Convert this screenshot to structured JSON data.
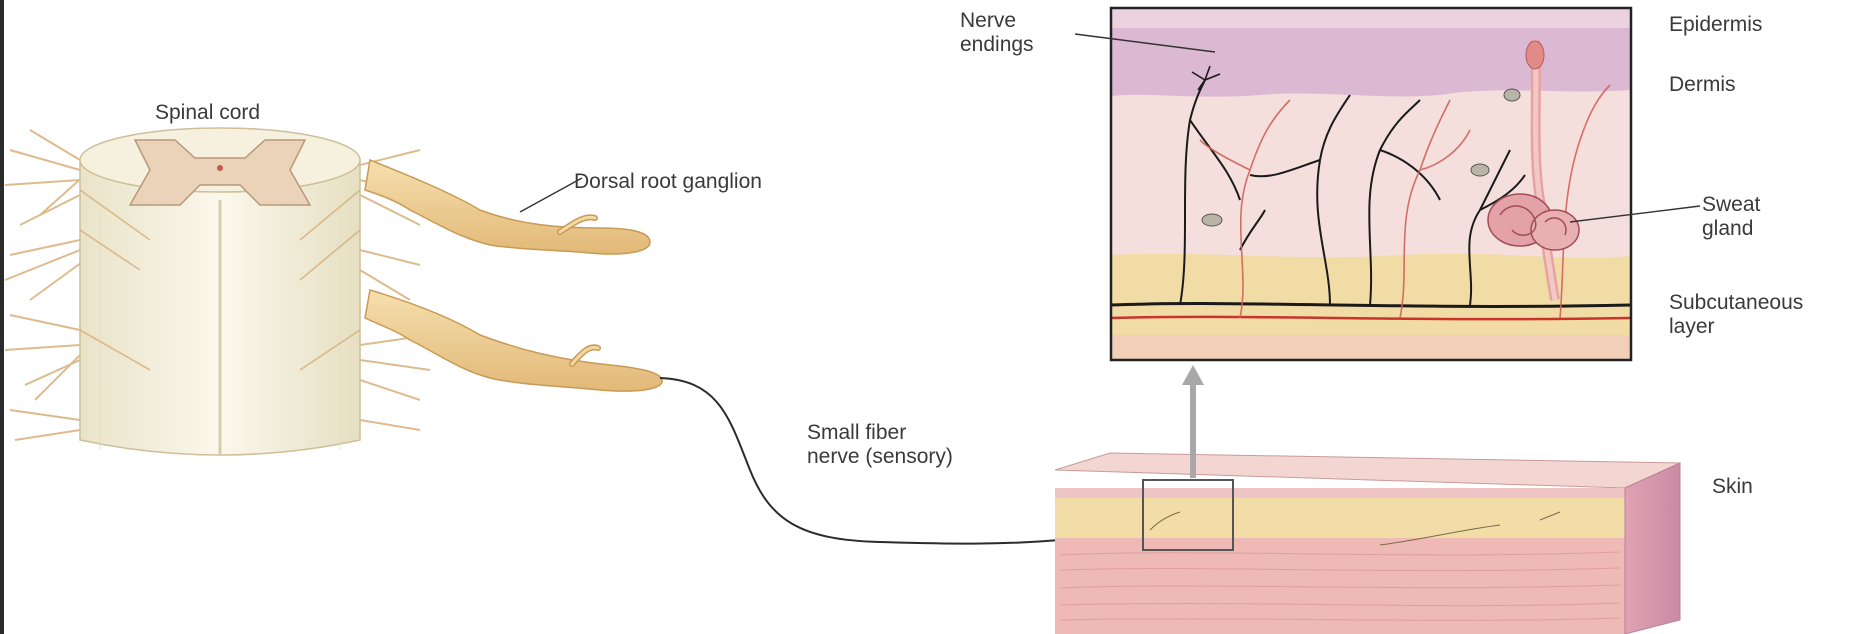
{
  "labels": {
    "spinal_cord": "Spinal cord",
    "dorsal_root_ganglion": "Dorsal root ganglion",
    "small_fiber_nerve_line1": "Small fiber",
    "small_fiber_nerve_line2": "nerve (sensory)",
    "nerve_endings_line1": "Nerve",
    "nerve_endings_line2": "endings",
    "epidermis": "Epidermis",
    "dermis": "Dermis",
    "sweat_gland_line1": "Sweat",
    "sweat_gland_line2": "gland",
    "subcutaneous_line1": "Subcutaneous",
    "subcutaneous_line2": "layer",
    "skin": "Skin"
  },
  "colors": {
    "nerve_tan": "#e9c98f",
    "nerve_outline": "#c89a55",
    "cord_white": "#f3efdc",
    "grey_matter": "#ead3b8",
    "epidermis": "#d9b3cf",
    "dermis": "#f4dfdc",
    "subcutaneous": "#f1dca6",
    "muscle": "#efb9b6",
    "vessel_red": "#c9332b",
    "nerve_black": "#1a1a1a",
    "arrow_grey": "#a8a8a8"
  }
}
